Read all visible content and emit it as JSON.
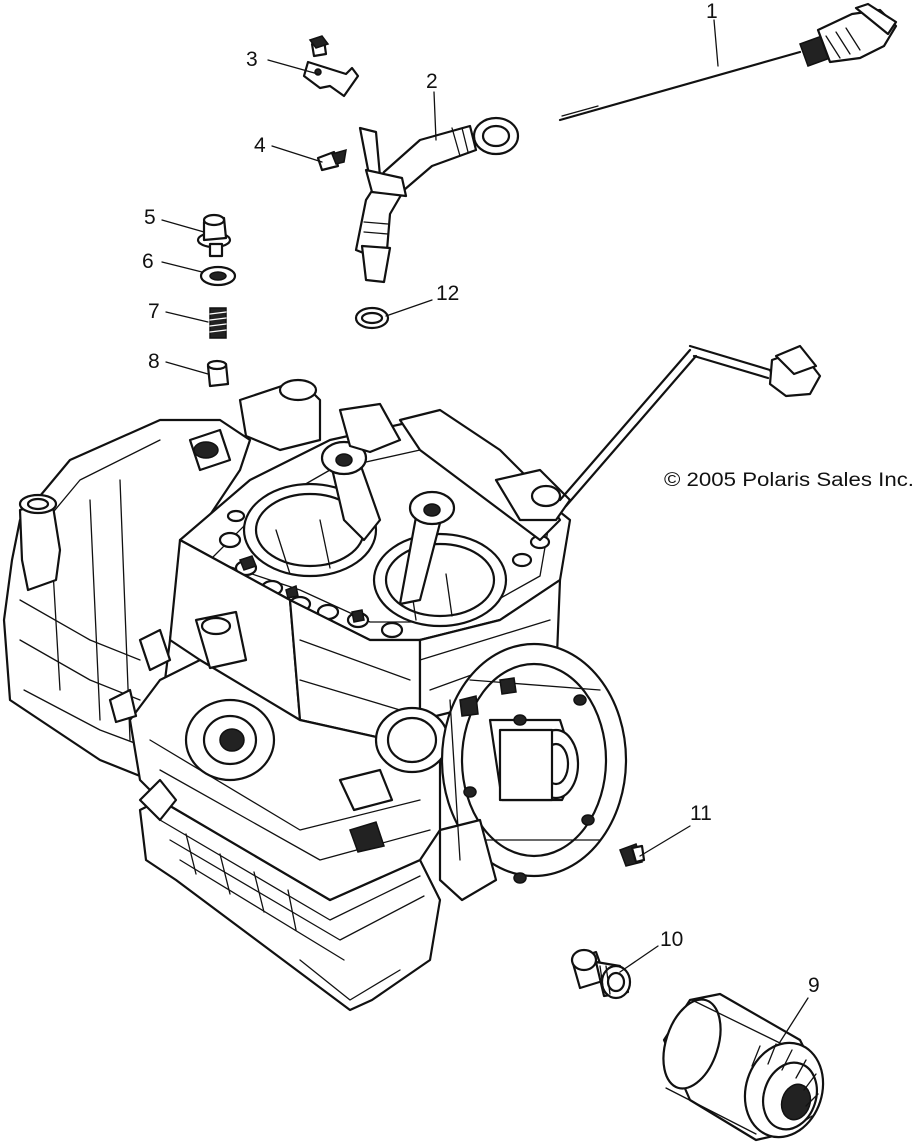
{
  "copyright": "© 2005 Polaris Sales Inc.",
  "callouts": [
    {
      "id": "1",
      "label": "1"
    },
    {
      "id": "2",
      "label": "2"
    },
    {
      "id": "3",
      "label": "3"
    },
    {
      "id": "4",
      "label": "4"
    },
    {
      "id": "5",
      "label": "5"
    },
    {
      "id": "6",
      "label": "6"
    },
    {
      "id": "7",
      "label": "7"
    },
    {
      "id": "8",
      "label": "8"
    },
    {
      "id": "9",
      "label": "9"
    },
    {
      "id": "10",
      "label": "10"
    },
    {
      "id": "11",
      "label": "11"
    },
    {
      "id": "12",
      "label": "12"
    }
  ]
}
